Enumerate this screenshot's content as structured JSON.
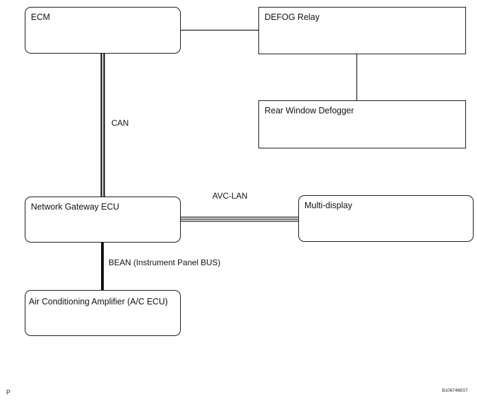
{
  "boxes": {
    "ecm": "ECM",
    "defog_relay": "DEFOG Relay",
    "rear_window_defogger": "Rear Window Defogger",
    "network_gateway_ecu": "Network Gateway ECU",
    "multi_display": "Multi-display",
    "air_conditioning_amplifier": "Air Conditioning Amplifier (A/C ECU)"
  },
  "connections": {
    "can": "CAN",
    "avc_lan": "AVC-LAN",
    "bean": "BEAN (Instrument Panel BUS)"
  },
  "footer": {
    "left_mark": "P",
    "figure_code": "B106746E07"
  }
}
